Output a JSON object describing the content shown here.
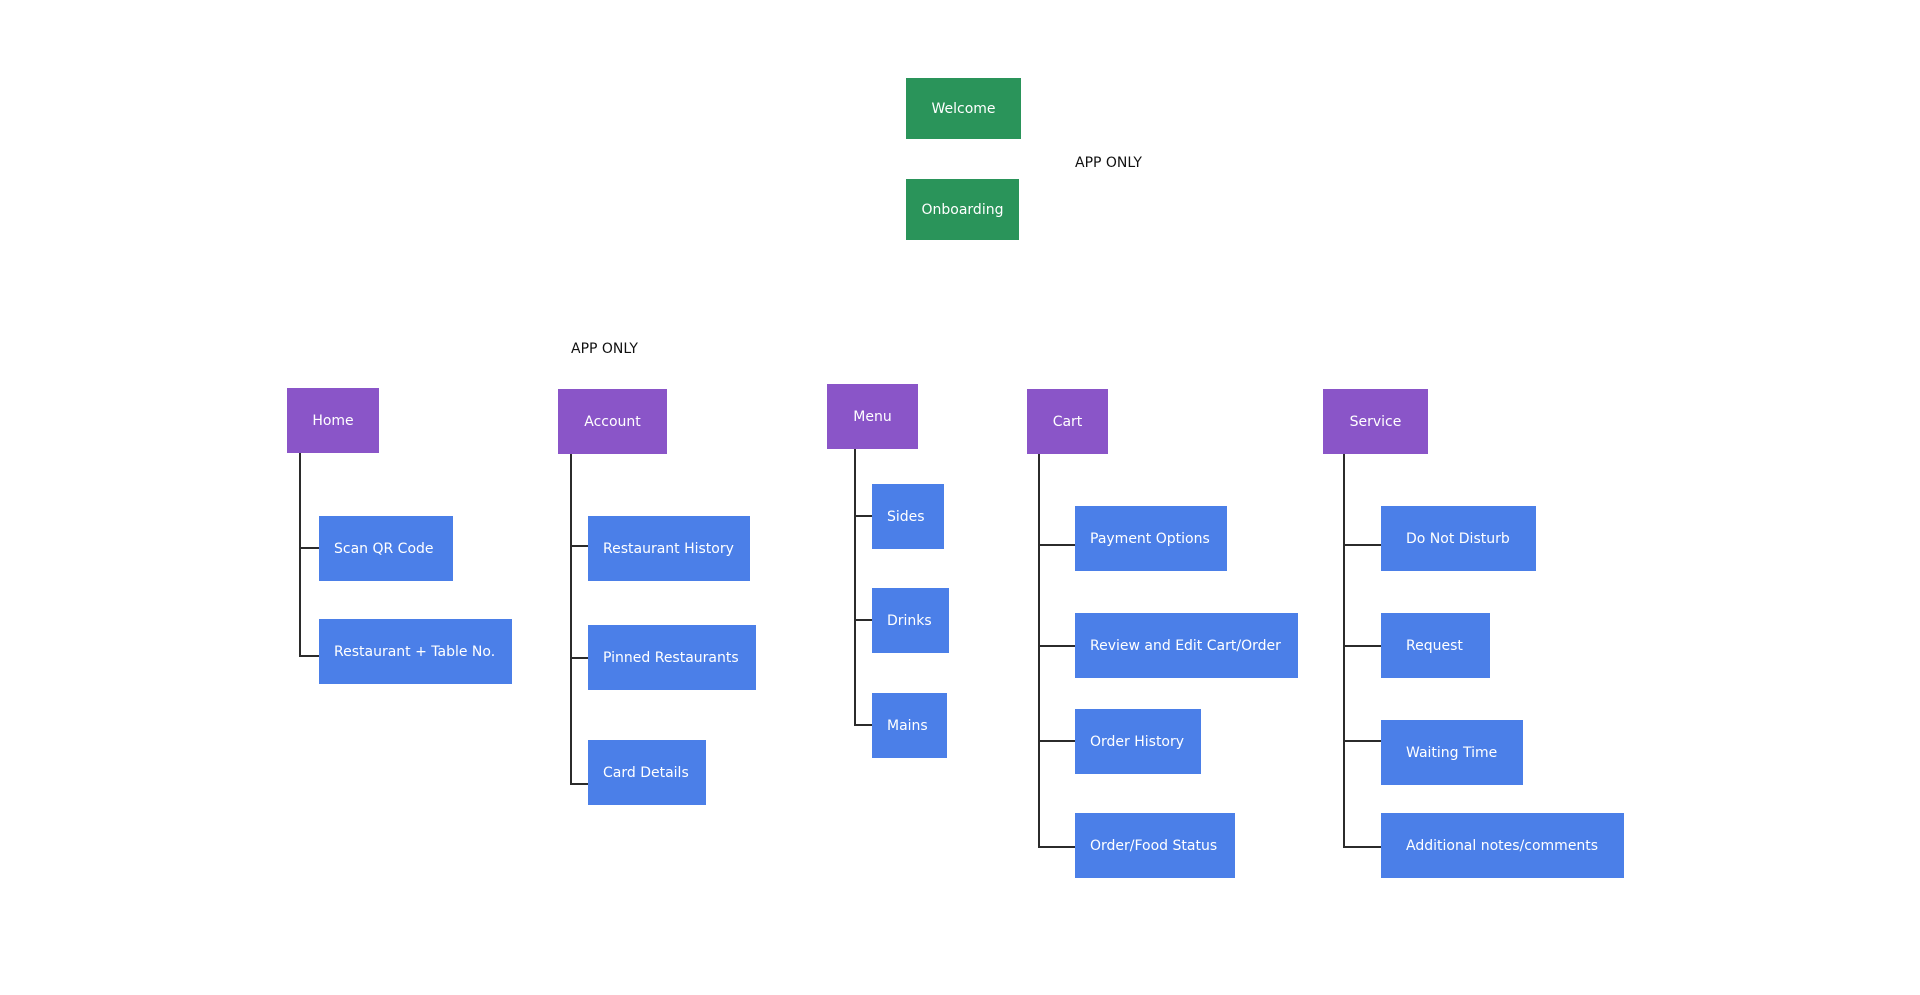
{
  "top": {
    "welcome": "Welcome",
    "onboarding": "Onboarding",
    "app_only_note": "APP ONLY"
  },
  "account_note": "APP ONLY",
  "colors": {
    "top_nodes": "#2a945a",
    "section_nodes": "#8a55c8",
    "child_nodes": "#4b7fe8",
    "connectors": "#2b2b2b"
  },
  "sections": [
    {
      "label": "Home",
      "children": [
        "Scan QR Code",
        "Restaurant + Table No."
      ]
    },
    {
      "label": "Account",
      "children": [
        "Restaurant History",
        "Pinned Restaurants",
        "Card Details"
      ]
    },
    {
      "label": "Menu",
      "children": [
        "Sides",
        "Drinks",
        "Mains"
      ]
    },
    {
      "label": "Cart",
      "children": [
        "Payment Options",
        "Review and Edit Cart/Order",
        "Order History",
        "Order/Food Status"
      ]
    },
    {
      "label": "Service",
      "children": [
        "Do Not Disturb",
        "Request",
        "Waiting Time",
        "Additional notes/comments"
      ]
    }
  ]
}
